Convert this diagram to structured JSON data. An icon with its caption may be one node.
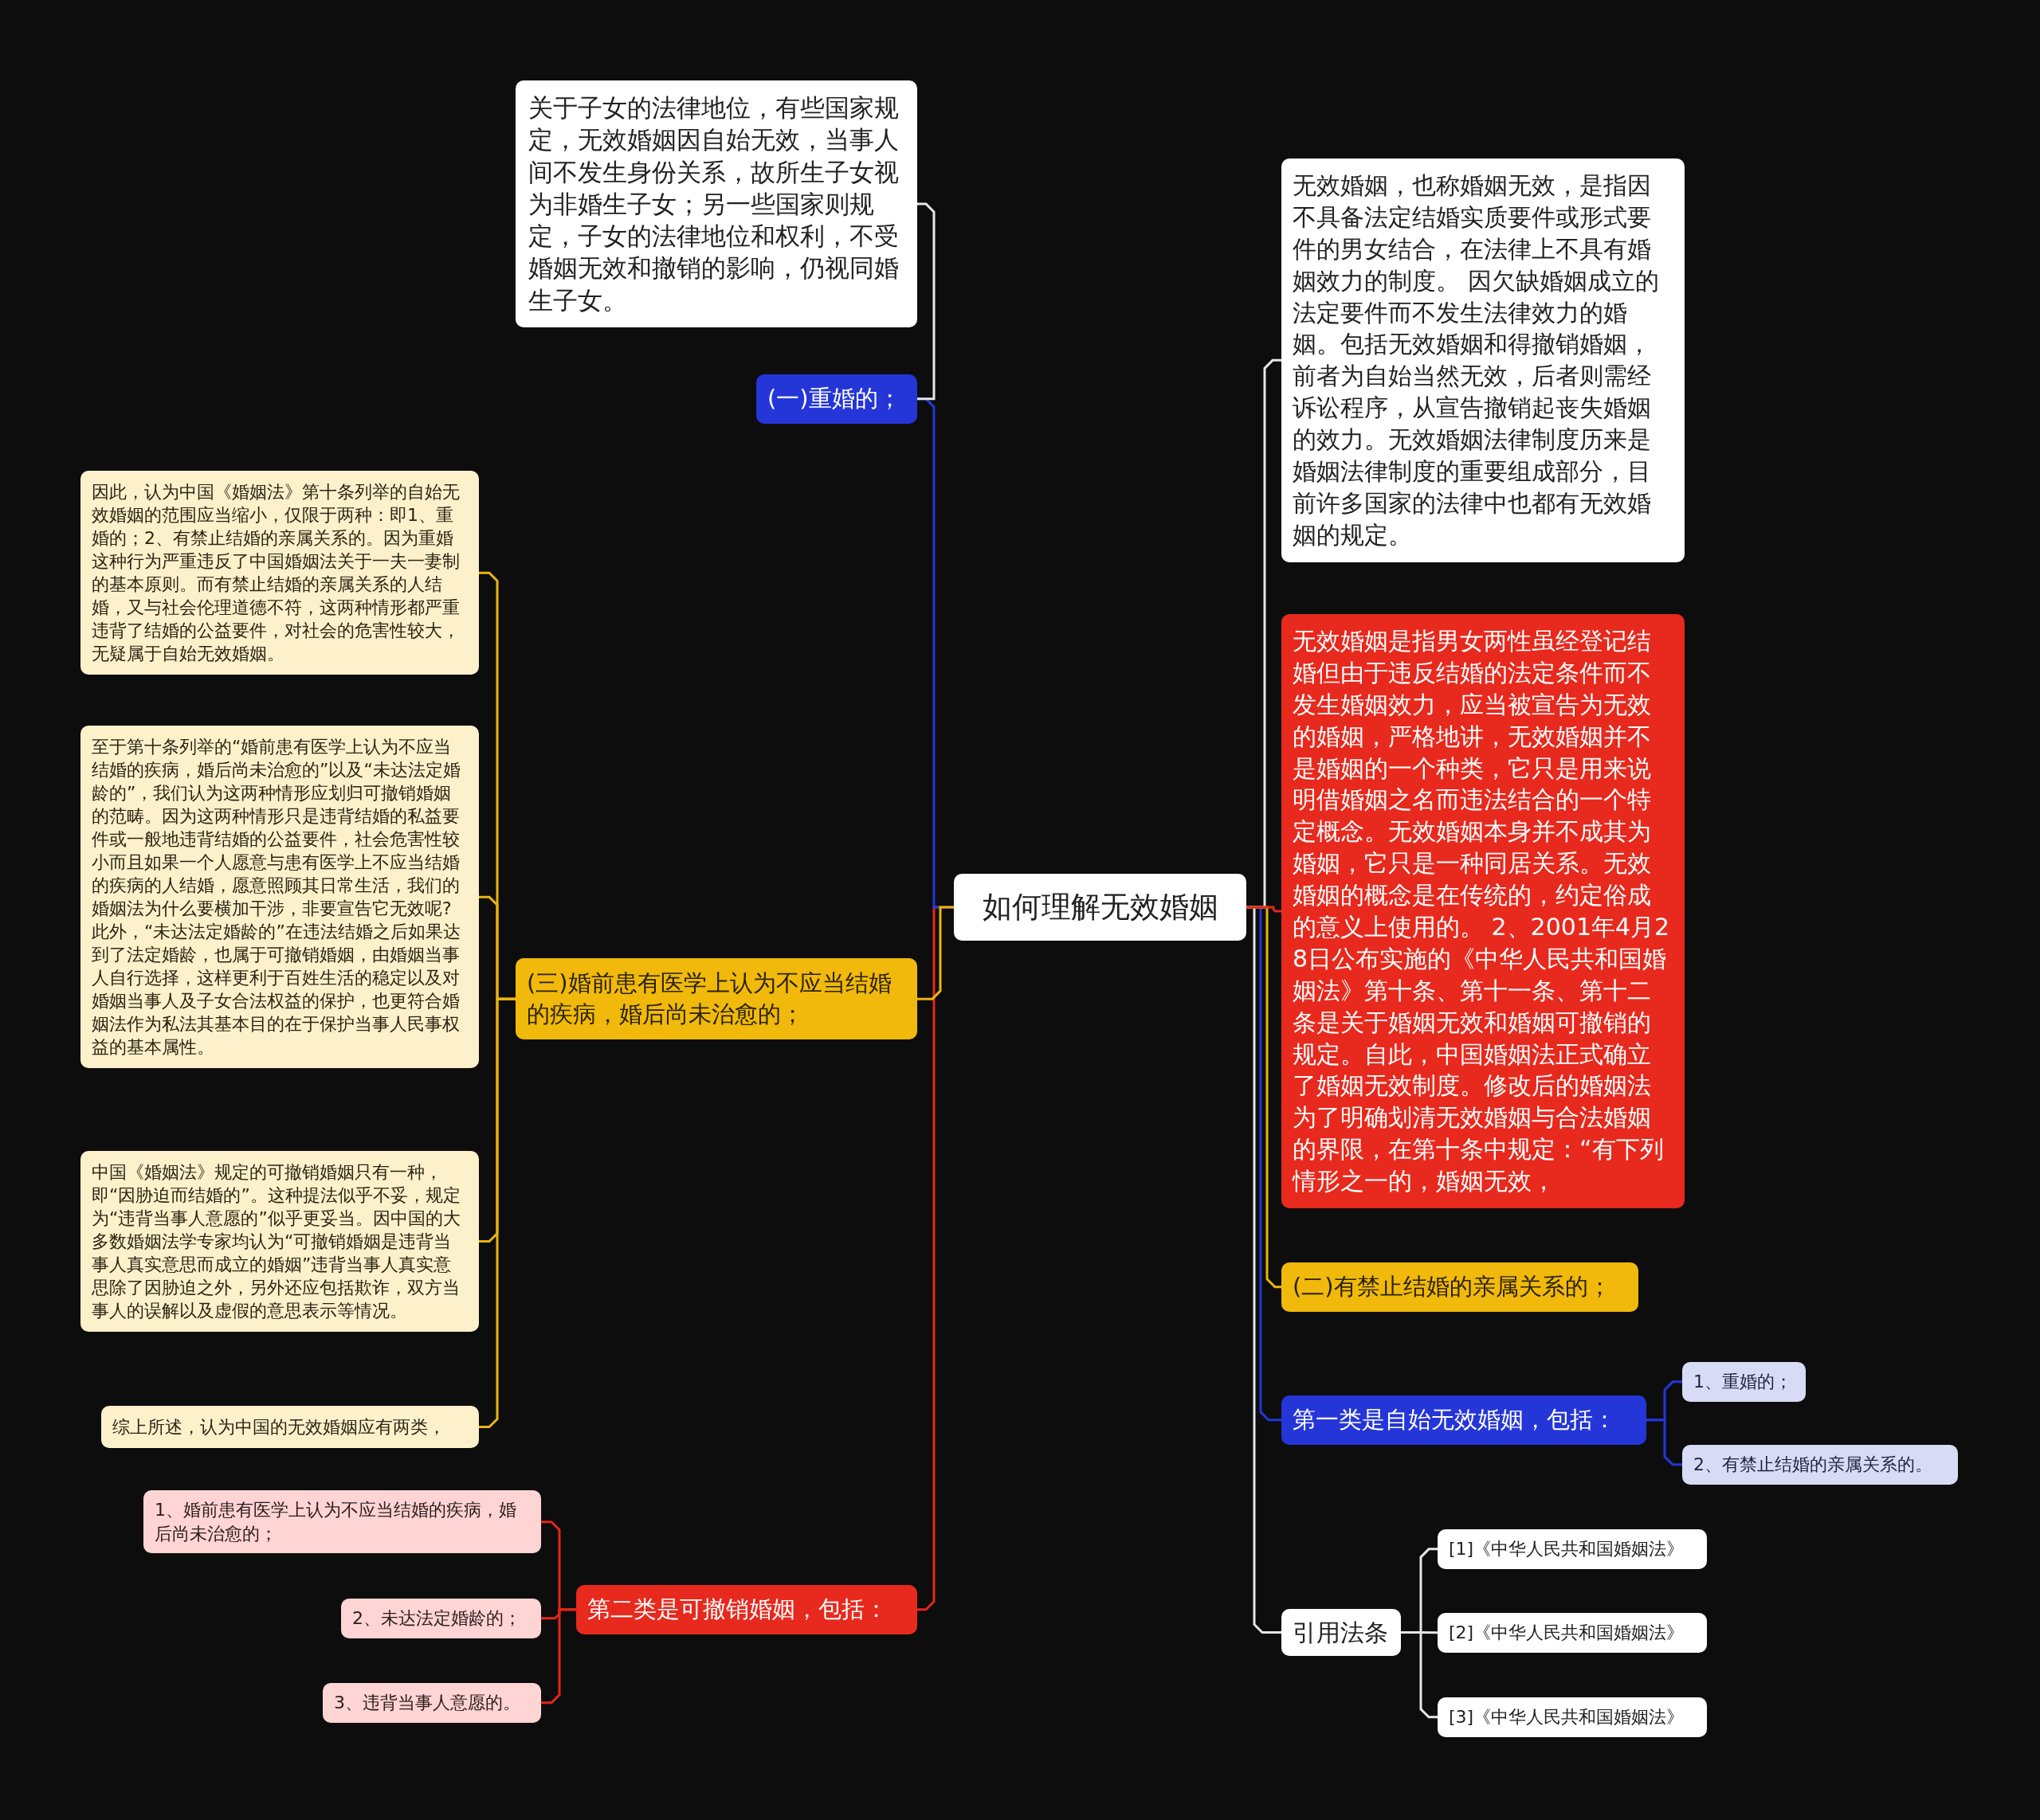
{
  "diagram": {
    "nodes": [
      {
        "text": [
          "如何理解无效婚姻"
        ]
      },
      {
        "text": [
          "(一)重婚的；"
        ]
      },
      {
        "text": [
          "关于子女的法律地位，有些国家规定，无效婚姻因自始无效，当事人间不发生身份关系，故所生子女视为非婚生子女；另一些国家则规定，子女的法律地位和权利，不受婚姻无效和撤销的影响，仍视同婚生子女。"
        ]
      },
      {
        "text": [
          "(三)婚前患有医学上认为不应当结婚的疾病，婚后尚未治愈的；"
        ]
      },
      {
        "text": [
          "因此，认为中国《婚姻法》第十条列举的自始无效婚姻的范围应当缩小，仅限于两种：即1、重婚的；2、有禁止结婚的亲属关系的。因为重婚这种行为严重违反了中国婚姻法关于一夫一妻制的基本原则。而有禁止结婚的亲属关系的人结婚，又与社会伦理道德不符，这两种情形都严重违背了结婚的公益要件，对社会的危害性较大，无疑属于自始无效婚姻。"
        ]
      },
      {
        "text": [
          "至于第十条列举的“婚前患有医学上认为不应当结婚的疾病，婚后尚未治愈的”以及“未达法定婚龄的”，我们认为这两种情形应划归可撤销婚姻的范畴。因为这两种情形只是违背结婚的私益要件或一般地违背结婚的公益要件，社会危害性较小而且如果一个人愿意与患有医学上不应当结婚的疾病的人结婚，愿意照顾其日常生活，我们的婚姻法为什么要横加干涉，非要宣告它无效呢?此外，“未达法定婚龄的”在违法结婚之后如果达到了法定婚龄，也属于可撤销婚姻，由婚姻当事人自行选择，这样更利于百姓生活的稳定以及对婚姻当事人及子女合法权益的保护，也更符合婚姻法作为私法其基本目的在于保护当事人民事权益的基本属性。"
        ]
      },
      {
        "text": [
          "中国《婚姻法》规定的可撤销婚姻只有一种，即“因胁迫而结婚的”。这种提法似乎不妥，规定为“违背当事人意愿的”似乎更妥当。因中国的大多数婚姻法学专家均认为“可撤销婚姻是违背当事人真实意思而成立的婚姻”违背当事人真实意思除了因胁迫之外，另外还应包括欺诈，双方当事人的误解以及虚假的意思表示等情况。"
        ]
      },
      {
        "text": [
          "综上所述，认为中国的无效婚姻应有两类，"
        ]
      },
      {
        "text": [
          "第二类是可撤销婚姻，包括："
        ]
      },
      {
        "text": [
          "1、婚前患有医学上认为不应当结婚的疾病，婚后尚未治愈的；"
        ]
      },
      {
        "text": [
          "2、未达法定婚龄的；"
        ]
      },
      {
        "text": [
          "3、违背当事人意愿的。"
        ]
      },
      {
        "text": [
          "无效婚姻，也称婚姻无效，是指因不具备法定结婚实质要件或形式要件的男女结合，在法律上不具有婚姻效力的制度。 因欠缺婚姻成立的法定要件而不发生法律效力的婚姻。包括无效婚姻和得撤销婚姻，前者为自始当然无效，后者则需经诉讼程序，从宣告撤销起丧失婚姻的效力。无效婚姻法律制度历来是婚姻法律制度的重要组成部分，目前许多国家的法律中也都有无效婚姻的规定。"
        ]
      },
      {
        "text": [
          "无效婚姻是指男女两性虽经登记结婚但由于违反结婚的法定条件而不发生婚姻效力，应当被宣告为无效的婚姻，严格地讲，无效婚姻并不是婚姻的一个种类，它只是用来说明借婚姻之名而违法结合的一个特定概念。无效婚姻本身并不成其为婚姻，它只是一种同居关系。无效婚姻的概念是在传统的，约定俗成的意义上使用的。 2、2001年4月28日公布实施的《中华人民共和国婚姻法》第十条、第十一条、第十二条是关于婚姻无效和婚姻可撤销的规定。自此，中国婚姻法正式确立了婚姻无效制度。修改后的婚姻法为了明确划清无效婚姻与合法婚姻的界限，在第十条中规定：“有下列情形之一的，婚姻无效，"
        ]
      },
      {
        "text": [
          "(二)有禁止结婚的亲属关系的；"
        ]
      },
      {
        "text": [
          "第一类是自始无效婚姻，包括："
        ]
      },
      {
        "text": [
          "1、重婚的；"
        ]
      },
      {
        "text": [
          "2、有禁止结婚的亲属关系的。"
        ]
      },
      {
        "text": [
          "引用法条"
        ]
      },
      {
        "text": [
          "[1]《中华人民共和国婚姻法》"
        ]
      },
      {
        "text": [
          "[2]《中华人民共和国婚姻法》"
        ]
      },
      {
        "text": [
          "[3]《中华人民共和国婚姻法》"
        ]
      }
    ],
    "edges": [
      {
        "from": 0,
        "to": 1,
        "arrow": "none",
        "color": "#2536d8"
      },
      {
        "from": 1,
        "to": 2,
        "arrow": "none",
        "color": "#e6e6e6"
      },
      {
        "from": 0,
        "to": 3,
        "arrow": "none",
        "color": "#e9b50c"
      },
      {
        "from": 3,
        "to": 4,
        "arrow": "none",
        "color": "#e9b50c"
      },
      {
        "from": 3,
        "to": 5,
        "arrow": "none",
        "color": "#e9b50c"
      },
      {
        "from": 3,
        "to": 6,
        "arrow": "none",
        "color": "#e9b50c"
      },
      {
        "from": 3,
        "to": 7,
        "arrow": "none",
        "color": "#e9b50c"
      },
      {
        "from": 0,
        "to": 8,
        "arrow": "none",
        "color": "#e4261c"
      },
      {
        "from": 8,
        "to": 9,
        "arrow": "none",
        "color": "#e4261c"
      },
      {
        "from": 8,
        "to": 10,
        "arrow": "none",
        "color": "#e4261c"
      },
      {
        "from": 8,
        "to": 11,
        "arrow": "none",
        "color": "#e4261c"
      },
      {
        "from": 0,
        "to": 12,
        "arrow": "none",
        "color": "#e6e6e6"
      },
      {
        "from": 0,
        "to": 13,
        "arrow": "none",
        "color": "#e4261c"
      },
      {
        "from": 0,
        "to": 14,
        "arrow": "none",
        "color": "#e9b50c"
      },
      {
        "from": 0,
        "to": 15,
        "arrow": "none",
        "color": "#2536d8"
      },
      {
        "from": 15,
        "to": 16,
        "arrow": "none",
        "color": "#2536d8"
      },
      {
        "from": 15,
        "to": 17,
        "arrow": "none",
        "color": "#2536d8"
      },
      {
        "from": 0,
        "to": 18,
        "arrow": "none",
        "color": "#e6e6e6"
      },
      {
        "from": 18,
        "to": 19,
        "arrow": "none",
        "color": "#e6e6e6"
      },
      {
        "from": 18,
        "to": 20,
        "arrow": "none",
        "color": "#e6e6e6"
      },
      {
        "from": 18,
        "to": 21,
        "arrow": "none",
        "color": "#e6e6e6"
      }
    ]
  }
}
